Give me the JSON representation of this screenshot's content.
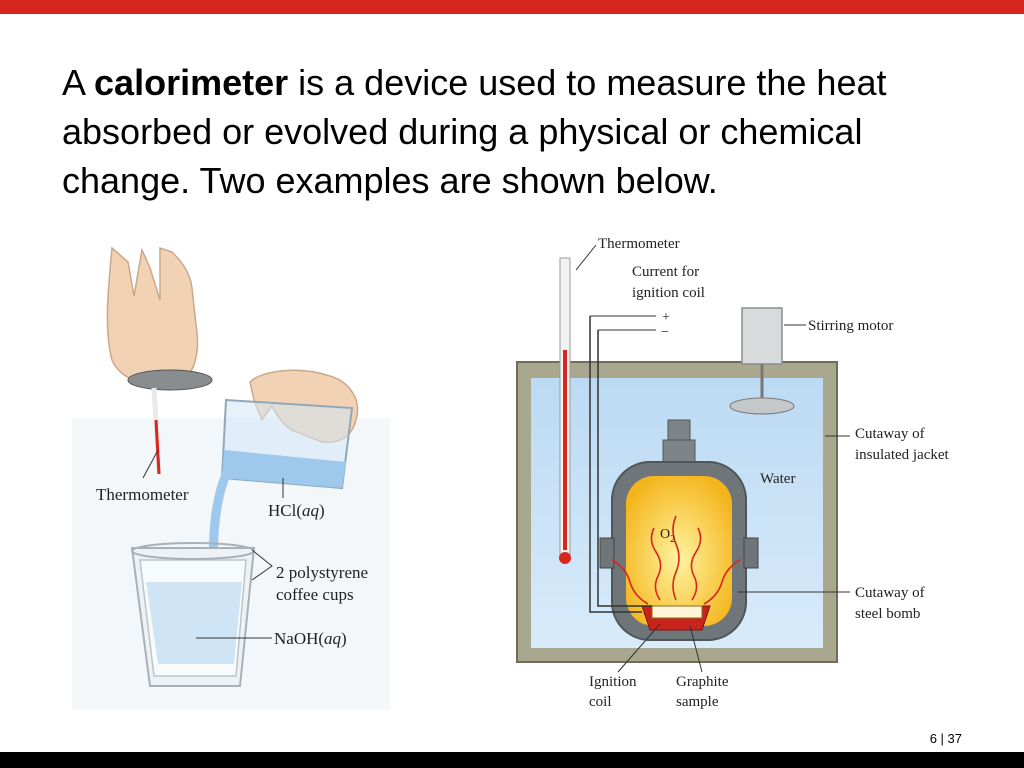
{
  "slide": {
    "heading_pre": "A ",
    "heading_bold": "calorimeter",
    "heading_post": " is a device used to measure the heat absorbed or evolved during a physical or chemical change. Two examples are shown below.",
    "page_current": "6",
    "page_sep": " | ",
    "page_total": "37"
  },
  "coffee_cup": {
    "thermometer": "Thermometer",
    "hcl": "HCl(",
    "hcl_state": "aq",
    "hcl_close": ")",
    "cups_line1": "2 polystyrene",
    "cups_line2": "coffee cups",
    "naoh": "NaOH(",
    "naoh_state": "aq",
    "naoh_close": ")"
  },
  "bomb": {
    "thermometer": "Thermometer",
    "current_line1": "Current for",
    "current_line2": "ignition coil",
    "plus": "+",
    "minus": "−",
    "stirring_motor": "Stirring motor",
    "jacket_line1": "Cutaway of",
    "jacket_line2": "insulated jacket",
    "water": "Water",
    "o2": "O",
    "o2_sub": "2",
    "steel_line1": "Cutaway of",
    "steel_line2": "steel bomb",
    "ignition_line1": "Ignition",
    "ignition_line2": "coil",
    "graphite_line1": "Graphite",
    "graphite_line2": "sample"
  },
  "colors": {
    "accent_red": "#d7261e",
    "footer_black": "#000000",
    "water_blue": "#cfe6f8",
    "jacket_gray": "#a9a88f",
    "bomb_yellow": "#f6c22a"
  }
}
